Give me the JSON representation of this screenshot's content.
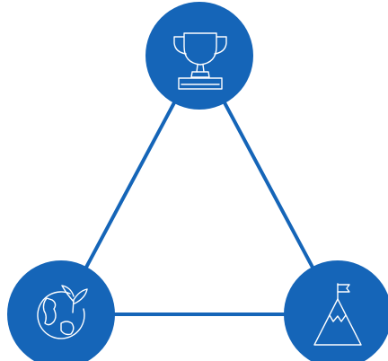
{
  "diagram": {
    "type": "triangle-cycle",
    "colors": {
      "node_fill": "#1565B8",
      "edge_stroke": "#1565B8",
      "icon_stroke": "#FFFFFF",
      "background": "#FFFFFF"
    },
    "nodes": [
      {
        "id": "top",
        "icon": "trophy-icon"
      },
      {
        "id": "bottom-left",
        "icon": "globe-plant-icon"
      },
      {
        "id": "bottom-right",
        "icon": "mountain-flag-icon"
      }
    ],
    "edges": [
      {
        "from": "top",
        "to": "bottom-left"
      },
      {
        "from": "top",
        "to": "bottom-right"
      },
      {
        "from": "bottom-left",
        "to": "bottom-right"
      }
    ]
  }
}
